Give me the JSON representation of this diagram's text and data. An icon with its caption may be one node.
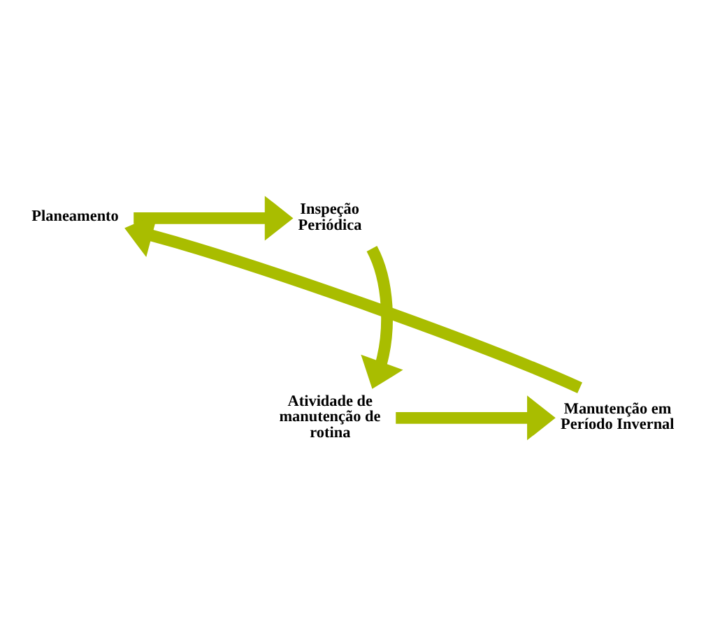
{
  "diagram": {
    "nodes": [
      {
        "text": [
          "Planeamento"
        ]
      },
      {
        "text": [
          "Inspeção Periódica"
        ]
      },
      {
        "text": [
          "Atividade de manutenção de rotina"
        ]
      },
      {
        "text": [
          "Manutenção em Período Invernal"
        ]
      }
    ],
    "edges": [
      {
        "from": 0,
        "to": 1,
        "arrow": "to"
      },
      {
        "from": 1,
        "to": 2,
        "arrow": "to"
      },
      {
        "from": 2,
        "to": 3,
        "arrow": "to"
      },
      {
        "from": 3,
        "to": 0,
        "arrow": "to"
      }
    ]
  }
}
